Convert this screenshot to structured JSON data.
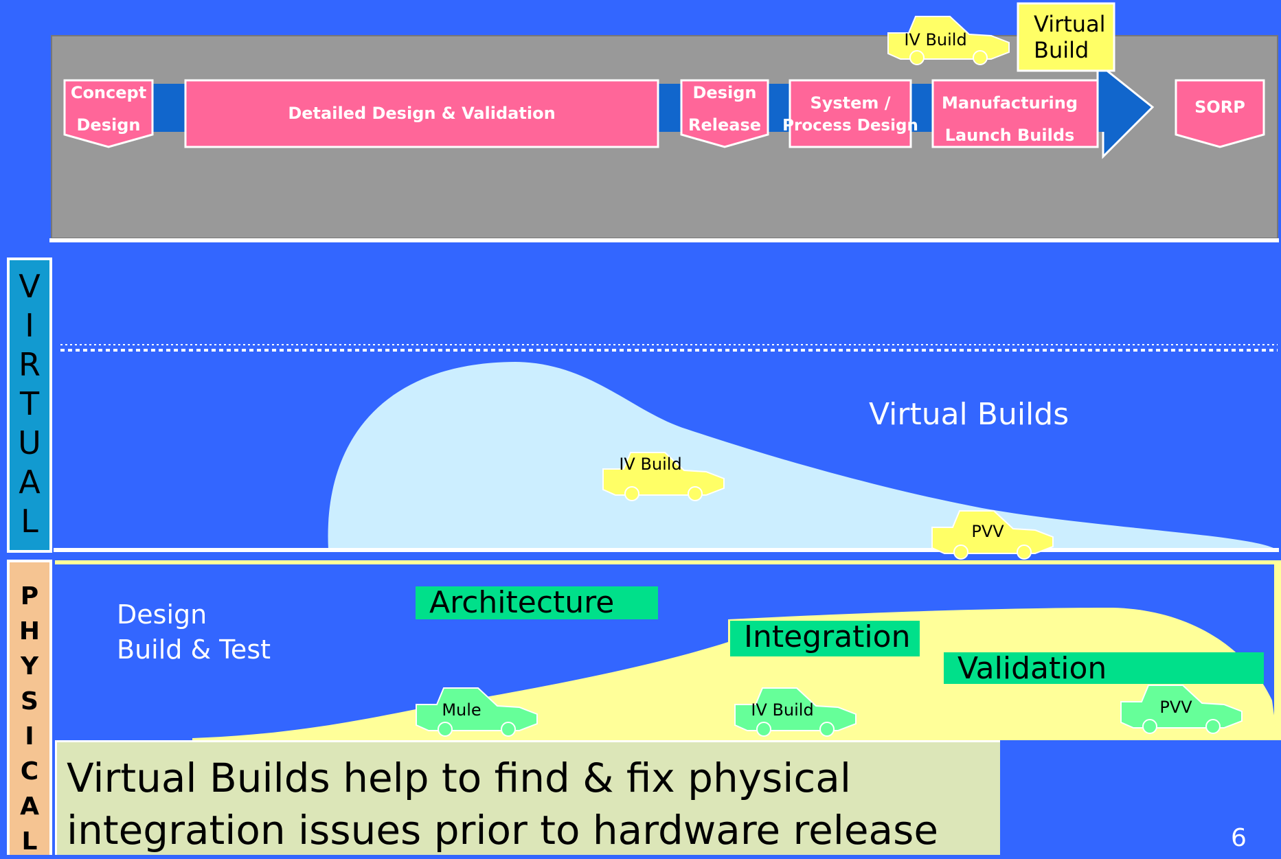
{
  "process_bar": {
    "stages": [
      {
        "line1": "Concept",
        "line2": "Design"
      },
      {
        "line1": "Detailed Design & Validation"
      },
      {
        "line1": "Design",
        "line2": "Release"
      },
      {
        "line1": "System /",
        "line2": "Process Design"
      },
      {
        "line1": "Manufacturing",
        "line2": "Launch Builds"
      },
      {
        "line1": "SORP"
      }
    ],
    "car_label": "IV Build",
    "virtual_build_callout": {
      "line1": "Virtual",
      "line2": "Build"
    }
  },
  "virtual_section": {
    "side_letters": [
      "V",
      "I",
      "R",
      "T",
      "U",
      "A",
      "L"
    ],
    "title": "Virtual Builds",
    "cars": [
      "IV Build",
      "PVV"
    ]
  },
  "physical_section": {
    "side_letters": [
      "P",
      "H",
      "Y",
      "S",
      "I",
      "C",
      "A",
      "L"
    ],
    "label": "Design\nBuild & Test",
    "phases": [
      "Architecture",
      "Integration",
      "Validation"
    ],
    "cars": [
      "Mule",
      "IV Build",
      "PVV"
    ]
  },
  "footer": {
    "message": "Virtual Builds help to find & fix physical integration issues prior to hardware release",
    "page_number": "6"
  },
  "colors": {
    "background": "#3366ff",
    "process_panel": "#999999",
    "stage_pink": "#ff6699",
    "connector_blue": "#1166cc",
    "callout_yellow": "#ffff66",
    "virtual_hill": "#cceeff",
    "physical_hill": "#ffff99",
    "phase_green": "#00e08a",
    "green_car": "#66ff99",
    "message_box": "#dce6b8",
    "virtual_side": "#129ad0",
    "physical_side": "#f5c492"
  }
}
